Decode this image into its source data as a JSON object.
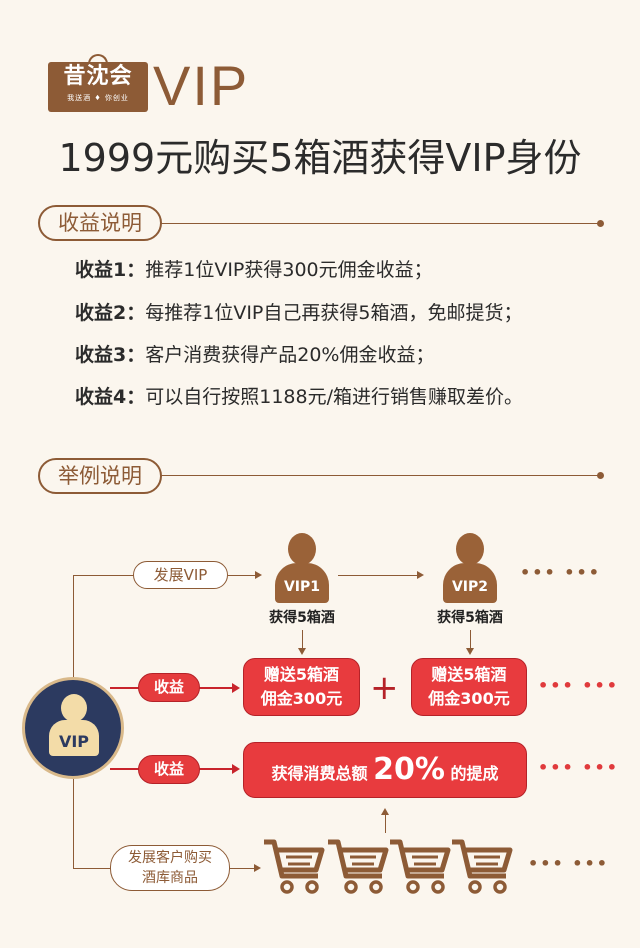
{
  "logo": {
    "brand": "昔沈会",
    "slogan_left": "我送酒",
    "slogan_right": "你创业",
    "vip": "VIP"
  },
  "title": "1999元购买5箱酒获得VIP身份",
  "section1": {
    "label": "收益说明",
    "items": [
      {
        "label": "收益1：",
        "text": "推荐1位VIP获得300元佣金收益；"
      },
      {
        "label": "收益2：",
        "text": "每推荐1位VIP自己再获得5箱酒，免邮提货；"
      },
      {
        "label": "收益3：",
        "text": "客户消费获得产品20%佣金收益；"
      },
      {
        "label": "收益4：",
        "text": "可以自行按照1188元/箱进行销售赚取差价。"
      }
    ]
  },
  "section2": {
    "label": "举例说明"
  },
  "diagram": {
    "center": "VIP",
    "develop_vip": "发展VIP",
    "vip1": "VIP1",
    "vip2": "VIP2",
    "get_wine": "获得5箱酒",
    "income": "收益",
    "gift_line1": "赠送5箱酒",
    "gift_line2": "佣金300元",
    "plus": "+",
    "ellipsis": "••• •••",
    "pct_prefix": "获得消费总额",
    "pct": "20%",
    "pct_suffix": "的提成",
    "customer_line1": "发展客户购买",
    "customer_line2": "酒库商品"
  },
  "colors": {
    "brown": "#8d5b36",
    "red": "#e83b3e",
    "navy": "#2c3a60",
    "bg": "#fbf6ee"
  }
}
